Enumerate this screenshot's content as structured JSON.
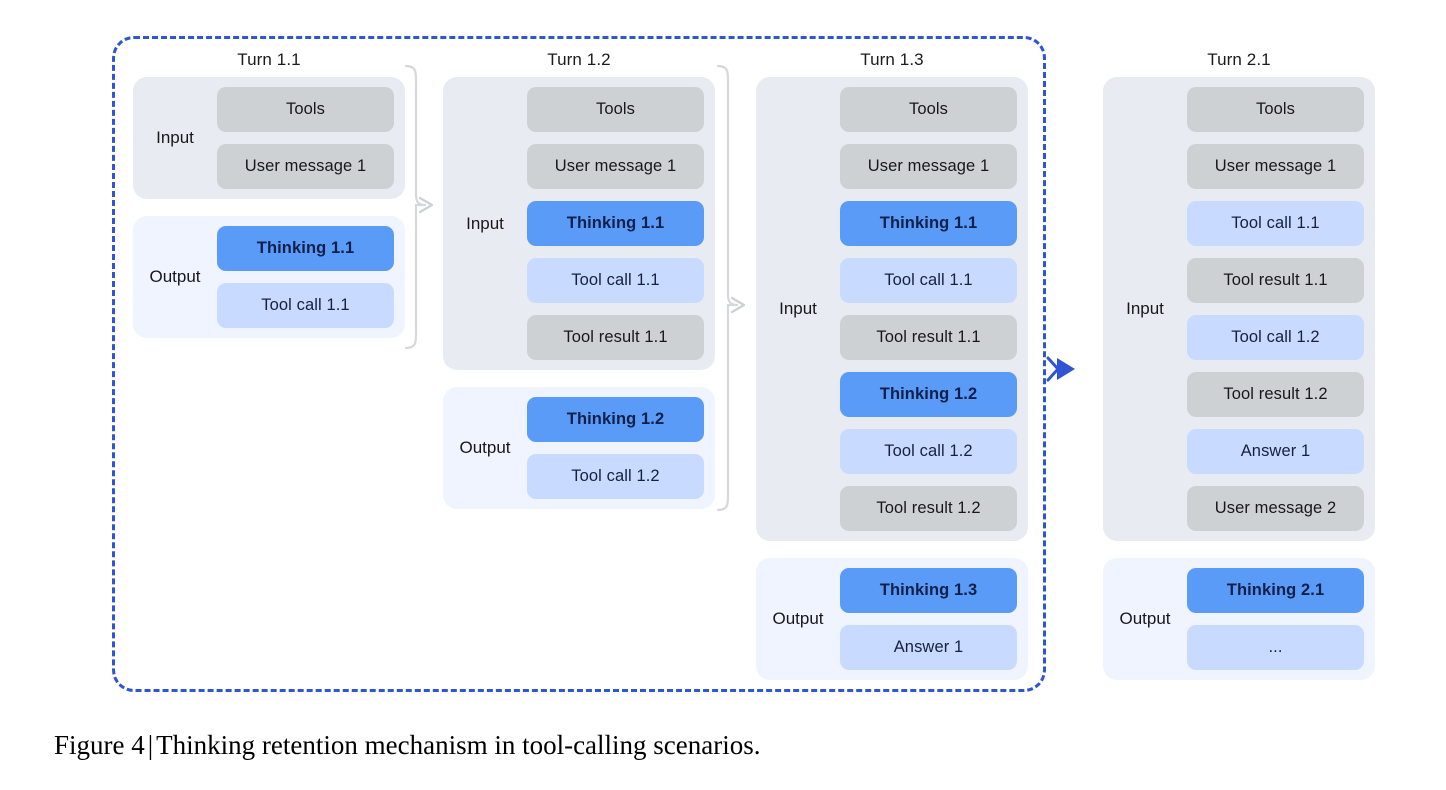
{
  "figure": {
    "caption_label": "Figure 4",
    "caption_separator": "|",
    "caption_text": "Thinking retention mechanism in tool-calling scenarios."
  },
  "colors": {
    "scope_border": "#2f55d4",
    "arrow_blue": "#2f55d4",
    "input_group_bg": "#e8ecf2",
    "output_group_bg": "#eff4fe",
    "chip_gray": "#ced1d4",
    "chip_lightblue": "#c8daff",
    "chip_blue": "#5b9bf8",
    "connector_gray": "#d6d8dc",
    "page_bg": "#ffffff"
  },
  "labels": {
    "input": "Input",
    "output": "Output"
  },
  "columns": [
    {
      "title": "Turn 1.1",
      "inside_scope": true,
      "input": {
        "label": "Input",
        "items": [
          {
            "text": "Tools",
            "type": "gray"
          },
          {
            "text": "User message 1",
            "type": "gray"
          }
        ]
      },
      "output": {
        "label": "Output",
        "items": [
          {
            "text": "Thinking 1.1",
            "type": "blue"
          },
          {
            "text": "Tool call 1.1",
            "type": "lightblue"
          }
        ]
      }
    },
    {
      "title": "Turn 1.2",
      "inside_scope": true,
      "input": {
        "label": "Input",
        "items": [
          {
            "text": "Tools",
            "type": "gray"
          },
          {
            "text": "User message 1",
            "type": "gray"
          },
          {
            "text": "Thinking 1.1",
            "type": "blue"
          },
          {
            "text": "Tool call 1.1",
            "type": "lightblue"
          },
          {
            "text": "Tool result 1.1",
            "type": "gray"
          }
        ]
      },
      "output": {
        "label": "Output",
        "items": [
          {
            "text": "Thinking 1.2",
            "type": "blue"
          },
          {
            "text": "Tool call 1.2",
            "type": "lightblue"
          }
        ]
      }
    },
    {
      "title": "Turn 1.3",
      "inside_scope": true,
      "input": {
        "label": "Input",
        "items": [
          {
            "text": "Tools",
            "type": "gray"
          },
          {
            "text": "User message 1",
            "type": "gray"
          },
          {
            "text": "Thinking 1.1",
            "type": "blue"
          },
          {
            "text": "Tool call 1.1",
            "type": "lightblue"
          },
          {
            "text": "Tool result 1.1",
            "type": "gray"
          },
          {
            "text": "Thinking 1.2",
            "type": "blue"
          },
          {
            "text": "Tool call 1.2",
            "type": "lightblue"
          },
          {
            "text": "Tool result 1.2",
            "type": "gray"
          }
        ]
      },
      "output": {
        "label": "Output",
        "items": [
          {
            "text": "Thinking 1.3",
            "type": "blue"
          },
          {
            "text": "Answer 1",
            "type": "lightblue"
          }
        ]
      }
    },
    {
      "title": "Turn 2.1",
      "inside_scope": false,
      "input": {
        "label": "Input",
        "items": [
          {
            "text": "Tools",
            "type": "gray"
          },
          {
            "text": "User message 1",
            "type": "gray"
          },
          {
            "text": "Tool call 1.1",
            "type": "lightblue"
          },
          {
            "text": "Tool result 1.1",
            "type": "gray"
          },
          {
            "text": "Tool call 1.2",
            "type": "lightblue"
          },
          {
            "text": "Tool result 1.2",
            "type": "gray"
          },
          {
            "text": "Answer 1",
            "type": "lightblue"
          },
          {
            "text": "User message 2",
            "type": "gray"
          }
        ]
      },
      "output": {
        "label": "Output",
        "items": [
          {
            "text": "Thinking 2.1",
            "type": "blue"
          },
          {
            "text": "...",
            "type": "lightblue"
          }
        ]
      }
    }
  ],
  "connectors": [
    {
      "name": "brace-turn-1-1-to-1-2",
      "kind": "brace-arrow",
      "color": "#d6d8dc"
    },
    {
      "name": "brace-turn-1-2-to-1-3",
      "kind": "brace-arrow",
      "color": "#d6d8dc"
    },
    {
      "name": "dashed-arrow-to-turn-2-1",
      "kind": "arrow",
      "color": "#2f55d4"
    }
  ]
}
